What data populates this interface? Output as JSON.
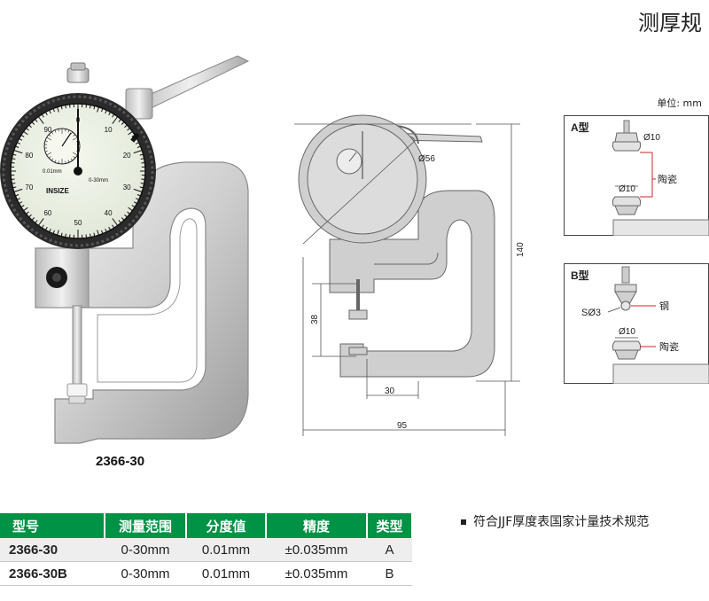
{
  "title": "测厚规",
  "unit": "单位: mm",
  "product_model": "2366-30",
  "dial": {
    "brand": "INSIZE",
    "range_text": "0-30mm",
    "resolution_text": "0.01mm",
    "scale_labels": [
      "0",
      "10",
      "20",
      "30",
      "40",
      "50",
      "60",
      "70",
      "80",
      "90"
    ],
    "subdial_labels": [
      "0",
      "5",
      "10",
      "15",
      "20",
      "25"
    ]
  },
  "drawing": {
    "dim_diameter": "Ø56",
    "dim_height": "140",
    "dim_gap": "38",
    "dim_throat": "30",
    "dim_width": "95"
  },
  "type_a": {
    "label": "A型",
    "upper_dia": "Ø10",
    "lower_dia": "Ø10",
    "material": "陶瓷"
  },
  "type_b": {
    "label": "B型",
    "ball": "SØ3",
    "ball_material": "钢",
    "lower_dia": "Ø10",
    "material": "陶瓷"
  },
  "table": {
    "headers": [
      "型号",
      "测量范围",
      "分度值",
      "精度",
      "类型"
    ],
    "rows": [
      [
        "2366-30",
        "0-30mm",
        "0.01mm",
        "±0.035mm",
        "A"
      ],
      [
        "2366-30B",
        "0-30mm",
        "0.01mm",
        "±0.035mm",
        "B"
      ]
    ]
  },
  "note": "符合JJF厚度表国家计量技术规范",
  "colors": {
    "header_green": "#009245",
    "ceramic_line": "#d2232a"
  }
}
